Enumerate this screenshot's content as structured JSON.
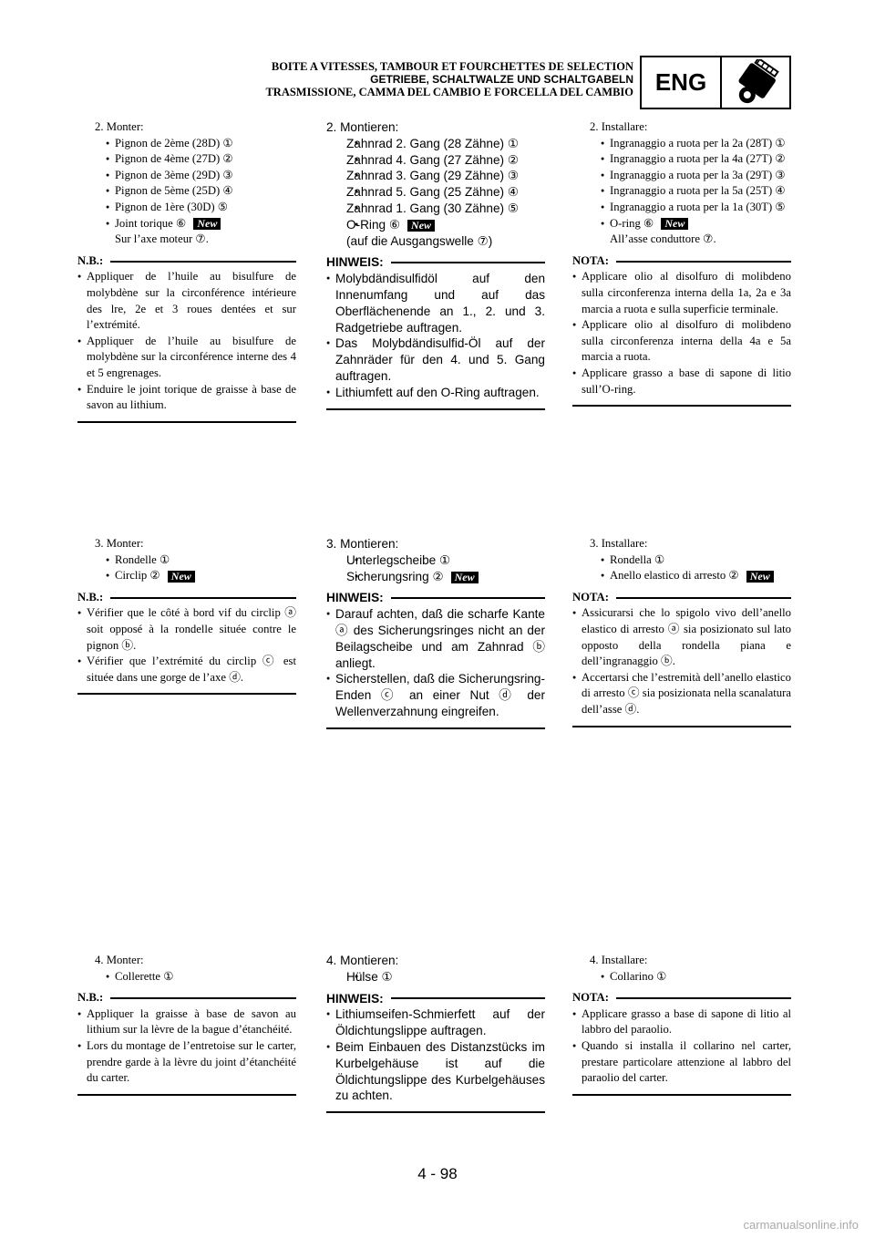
{
  "header": {
    "line1": "BOITE A VITESSES, TAMBOUR ET FOURCHETTES DE SELECTION",
    "line2": "GETRIEBE, SCHALTWALZE UND SCHALTGABELN",
    "line3": "TRASMISSIONE, CAMMA DEL CAMBIO E FORCELLA DEL CAMBIO",
    "badge": "ENG",
    "badge_icon": "engine-icon"
  },
  "page_number": "4 - 98",
  "watermark": "carmanualsonline.info",
  "fr": {
    "s2": "2.  Monter:",
    "s2_items": [
      "Pignon de 2ème (28D) ①",
      "Pignon de 4ème (27D) ②",
      "Pignon de 3ème (29D) ③",
      "Pignon de 5ème (25D) ④",
      "Pignon de 1ère (30D) ⑤",
      "Joint torique ⑥"
    ],
    "s2_new": "New",
    "s2_extra": "Sur l’axe moteur ⑦.",
    "note_label": "N.B.:",
    "s2_notes": [
      "Appliquer de l’huile au bisulfure de molybdène sur la circonférence intérieure des lre, 2e et 3 roues dentées et sur l’extrémité.",
      "Appliquer de l’huile au bisulfure de molybdène sur la circonférence interne des 4 et 5 engrenages.",
      "Enduire le joint torique de graisse à base de savon au lithium."
    ],
    "s3": "3.  Monter:",
    "s3_items": [
      "Rondelle ①",
      "Circlip ②"
    ],
    "s3_notes": [
      "Vérifier que le côté à bord vif du circlip ⓐ soit opposé à la rondelle située contre le pignon ⓑ.",
      "Vérifier que l’extrémité du circlip ⓒ est située dans une gorge de l’axe ⓓ."
    ],
    "s4": "4.  Monter:",
    "s4_items": [
      "Collerette ①"
    ],
    "s4_notes": [
      "Appliquer la graisse à base de savon au lithium sur la lèvre de la bague d’étanchéité.",
      "Lors du montage de l’entretoise sur le carter, prendre garde à la lèvre du joint d’étanchéité du carter."
    ]
  },
  "de": {
    "s2": "2.  Montieren:",
    "s2_items": [
      "Zahnrad 2. Gang (28 Zähne) ①",
      "Zahnrad 4. Gang (27 Zähne) ②",
      "Zahnrad 3. Gang (29 Zähne) ③",
      "Zahnrad 5. Gang (25 Zähne) ④",
      "Zahnrad 1. Gang (30 Zähne) ⑤",
      "O-Ring ⑥"
    ],
    "s2_new": "New",
    "s2_extra": "(auf die Ausgangswelle ⑦)",
    "note_label": "HINWEIS:",
    "s2_notes": [
      "Molybdändisulfidöl auf den Innenumfang und auf das Oberflächenende an 1., 2. und 3. Radgetriebe auftragen.",
      "Das Molybdändisulfid-Öl auf der Zahnräder für den 4. und 5. Gang auftragen.",
      "Lithiumfett auf den O-Ring auftragen."
    ],
    "s3": "3.  Montieren:",
    "s3_items": [
      "Unterlegscheibe ①",
      "Sicherungsring ②"
    ],
    "s3_notes": [
      "Darauf achten, daß die scharfe Kante ⓐ des Sicherungsringes nicht an der Beilagscheibe und am Zahnrad ⓑ anliegt.",
      "Sicherstellen, daß die Sicherungsring-Enden ⓒ an einer Nut ⓓ der Wellenverzahnung eingreifen."
    ],
    "s4": "4.  Montieren:",
    "s4_items": [
      "Hülse ①"
    ],
    "s4_notes": [
      "Lithiumseifen-Schmierfett auf der Öldichtungslippe auftragen.",
      "Beim Einbauen des Distanzstücks im Kurbelgehäuse ist auf die Öldichtungslippe des Kurbelgehäuses zu achten."
    ]
  },
  "it": {
    "s2": "2.  Installare:",
    "s2_items": [
      "Ingranaggio a ruota per la 2a (28T) ①",
      "Ingranaggio a ruota per la 4a (27T) ②",
      "Ingranaggio a ruota per la 3a (29T) ③",
      "Ingranaggio a ruota per la 5a (25T) ④",
      "Ingranaggio a ruota per la 1a (30T) ⑤",
      "O-ring ⑥"
    ],
    "s2_new": "New",
    "s2_extra": "All’asse conduttore ⑦.",
    "note_label": "NOTA:",
    "s2_notes": [
      "Applicare olio al disolfuro di molibdeno sulla circonferenza interna della 1a, 2a e 3a marcia a ruota e sulla superficie terminale.",
      "Applicare olio al disolfuro di molibdeno sulla circonferenza interna della 4a e 5a marcia a ruota.",
      "Applicare grasso a base di sapone di litio sull’O-ring."
    ],
    "s3": "3.  Installare:",
    "s3_items": [
      "Rondella ①",
      "Anello elastico di arresto ②"
    ],
    "s3_notes": [
      "Assicurarsi che lo spigolo vivo dell’anello elastico di arresto ⓐ sia posizionato sul lato opposto della rondella piana e dell’ingranaggio ⓑ.",
      "Accertarsi che l’estremità dell’anello elastico di arresto ⓒ sia posizionata nella scanalatura dell’asse ⓓ."
    ],
    "s4": "4.  Installare:",
    "s4_items": [
      "Collarino ①"
    ],
    "s4_notes": [
      "Applicare grasso a base di sapone di litio al labbro del paraolio.",
      "Quando si installa il collarino nel carter, prestare particolare attenzione al labbro del paraolio del carter."
    ]
  }
}
